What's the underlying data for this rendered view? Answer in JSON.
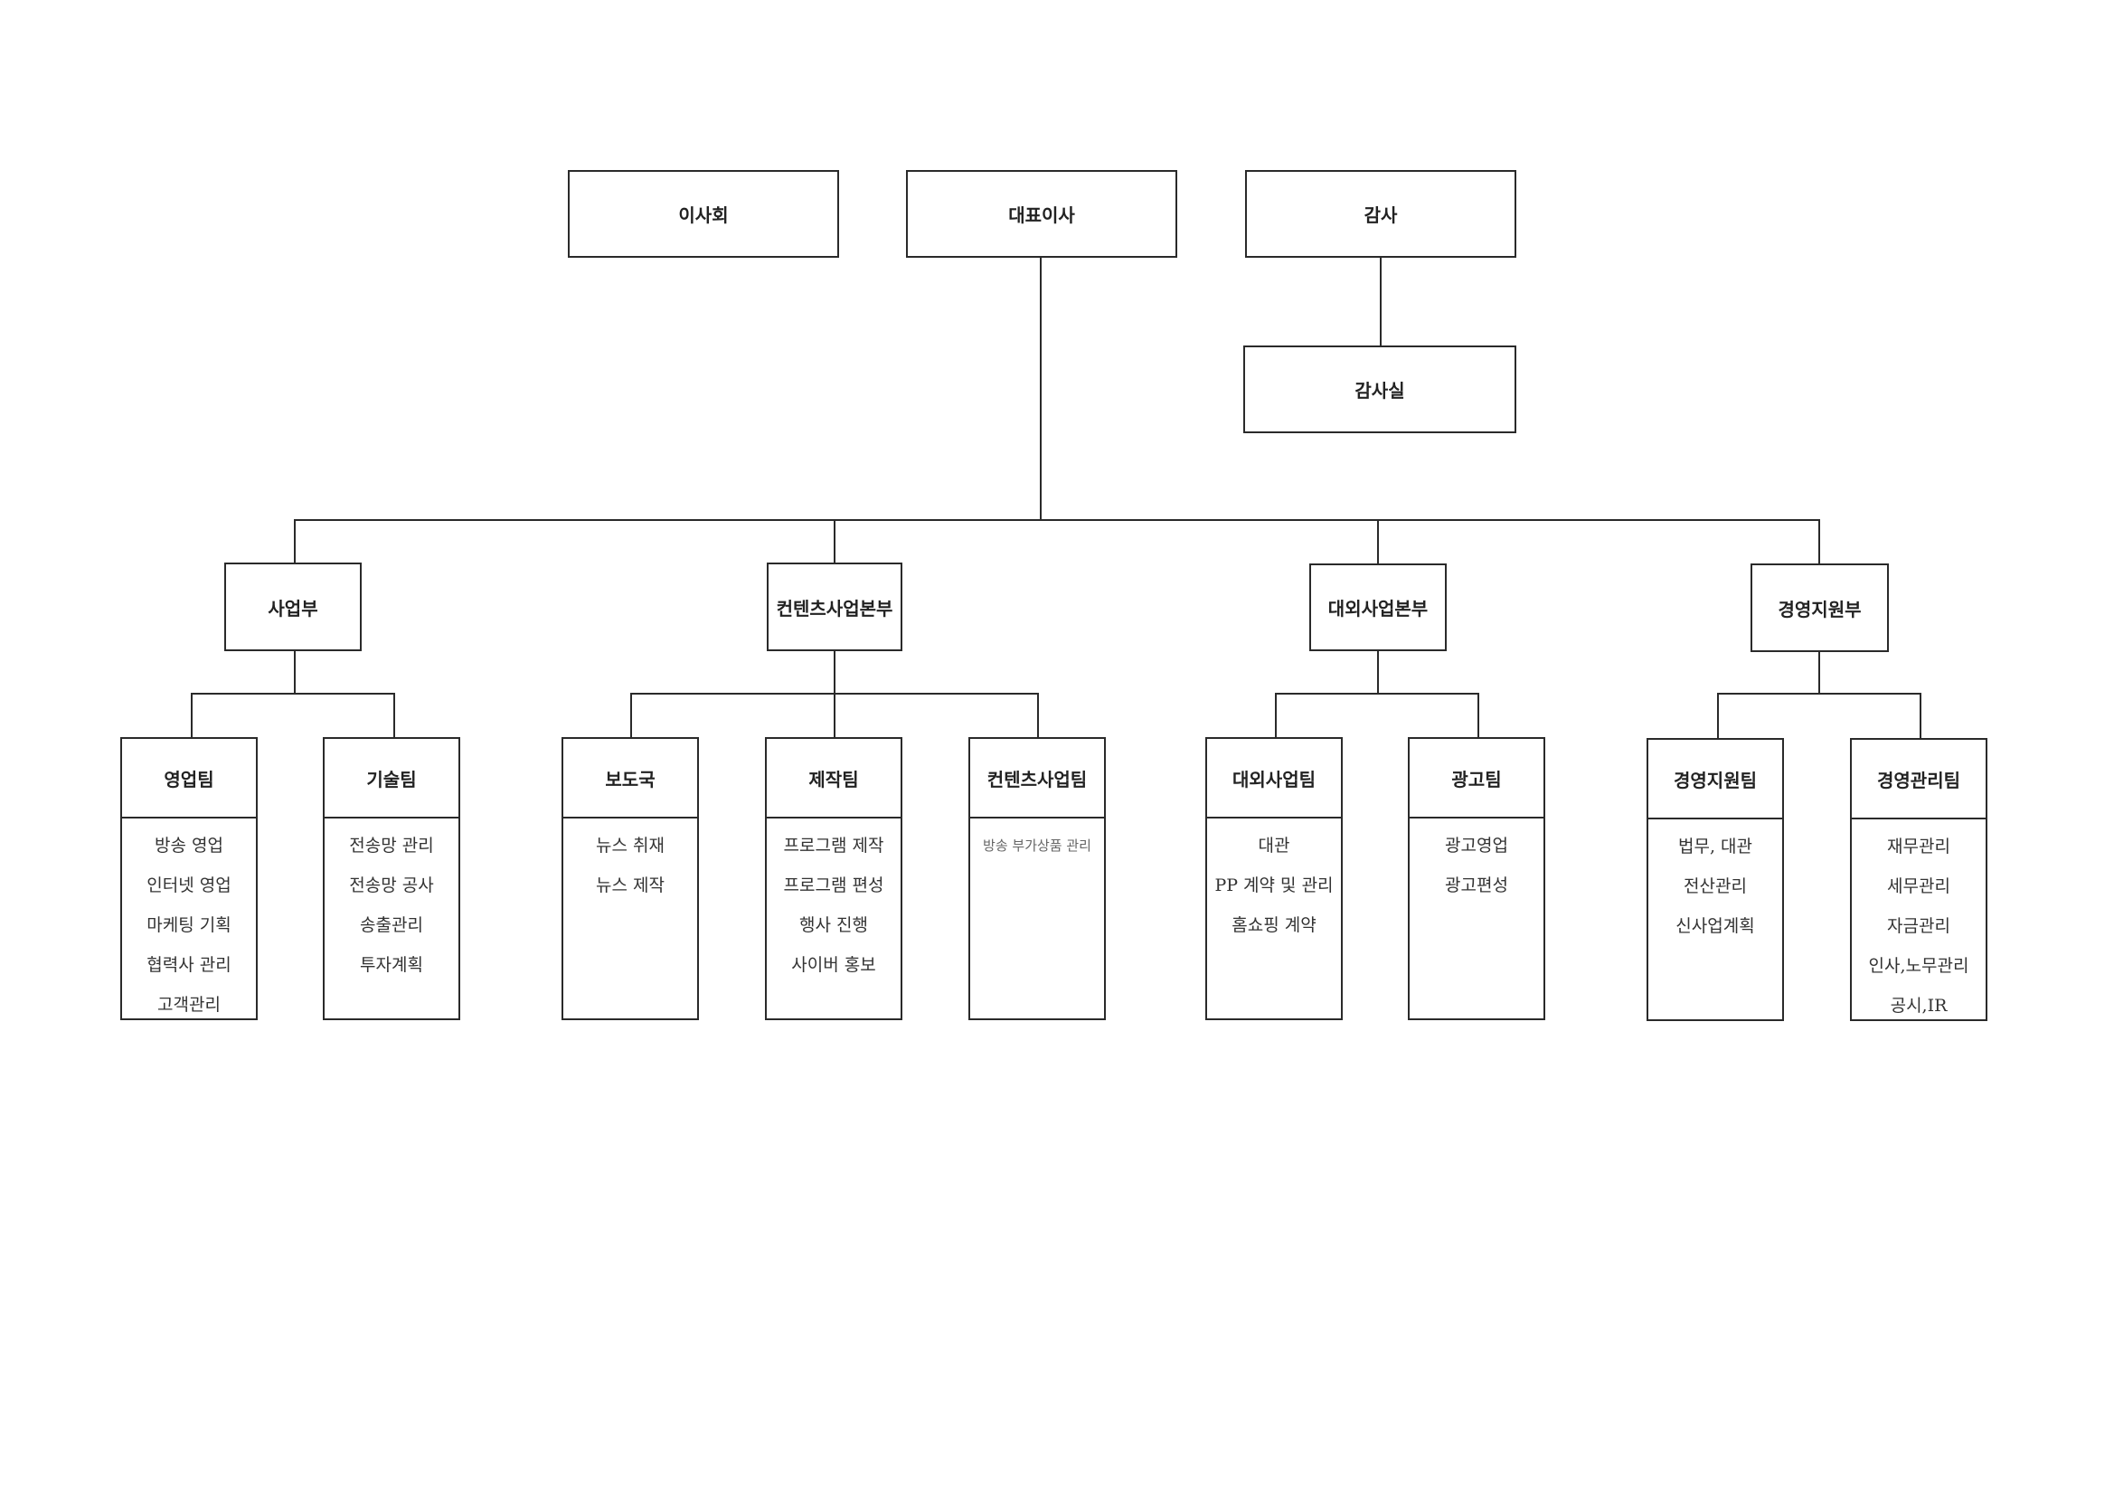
{
  "top": {
    "board": "이사회",
    "ceo": "대표이사",
    "auditor": "감사",
    "audit_office": "감사실"
  },
  "divisions": {
    "business": "사업부",
    "contents": "컨텐츠사업본부",
    "external": "대외사업본부",
    "management": "경영지원부"
  },
  "teams": {
    "sales": {
      "name": "영업팀",
      "duties": [
        "방송 영업",
        "인터넷 영업",
        "마케팅 기획",
        "협력사 관리",
        "고객관리"
      ]
    },
    "tech": {
      "name": "기술팀",
      "duties": [
        "전송망 관리",
        "전송망 공사",
        "송출관리",
        "투자계획"
      ]
    },
    "news": {
      "name": "보도국",
      "duties": [
        "뉴스 취재",
        "뉴스 제작"
      ]
    },
    "production": {
      "name": "제작팀",
      "duties": [
        "프로그램 제작",
        "프로그램 편성",
        "행사 진행",
        "사이버 홍보"
      ]
    },
    "contents_biz": {
      "name": "컨텐츠사업팀",
      "duties": [
        "방송 부가상품 관리"
      ]
    },
    "external_biz": {
      "name": "대외사업팀",
      "duties": [
        "대관",
        "PP 계약 및 관리",
        "홈쇼핑 계약"
      ]
    },
    "advertising": {
      "name": "광고팀",
      "duties": [
        "광고영업",
        "광고편성"
      ]
    },
    "mgmt_support": {
      "name": "경영지원팀",
      "duties": [
        "법무, 대관",
        "전산관리",
        "신사업계획"
      ]
    },
    "mgmt_admin": {
      "name": "경영관리팀",
      "duties": [
        "재무관리",
        "세무관리",
        "자금관리",
        "인사,노무관리",
        "공시,IR"
      ]
    }
  }
}
